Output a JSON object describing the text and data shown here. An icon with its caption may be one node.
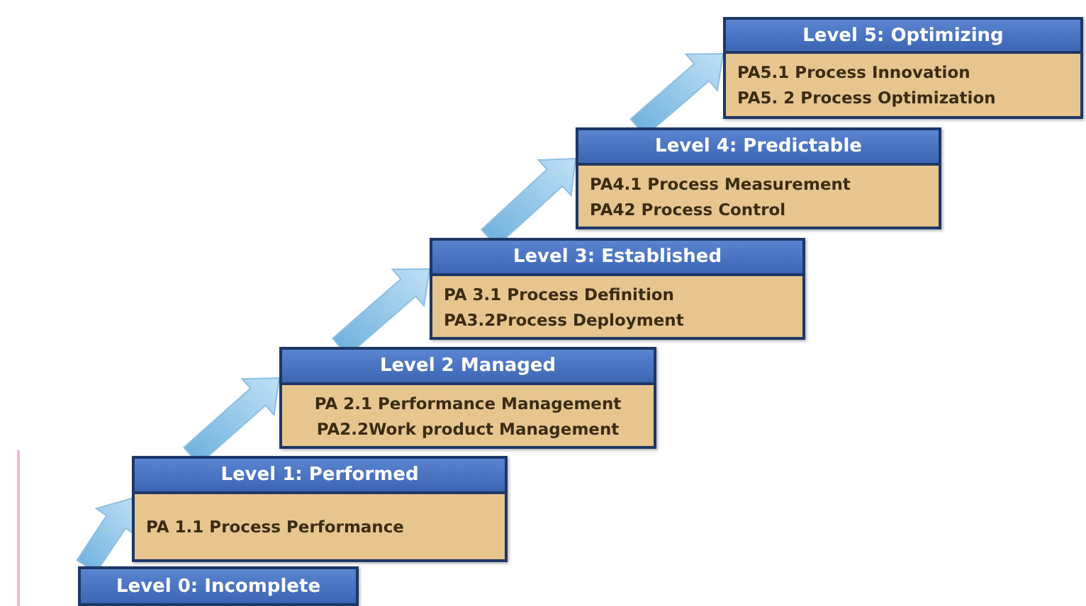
{
  "diagram": {
    "nodes": [
      {
        "text": [
          "Level 0: Incomplete"
        ]
      },
      {
        "text": [
          "Level 1: Performed",
          "PA 1.1 Process Performance"
        ]
      },
      {
        "text": [
          "Level 2 Managed",
          "PA 2.1 Performance Management",
          "PA2.2Work product Management"
        ]
      },
      {
        "text": [
          "Level 3: Established",
          "PA 3.1 Process Definition",
          "PA3.2Process Deployment"
        ]
      },
      {
        "text": [
          "Level 4: Predictable",
          "PA4.1 Process Measurement",
          "PA42 Process Control"
        ]
      },
      {
        "text": [
          "Level 5: Optimizing",
          "PA5.1 Process Innovation",
          "PA5. 2 Process Optimization"
        ]
      }
    ],
    "edges": [
      {
        "from": 0,
        "to": 1,
        "arrow": "to",
        "style": "thick"
      },
      {
        "from": 1,
        "to": 2,
        "arrow": "to",
        "style": "thick"
      },
      {
        "from": 2,
        "to": 3,
        "arrow": "to",
        "style": "thick"
      },
      {
        "from": 3,
        "to": 4,
        "arrow": "to",
        "style": "thick"
      },
      {
        "from": 4,
        "to": 5,
        "arrow": "to",
        "style": "thick"
      }
    ]
  }
}
